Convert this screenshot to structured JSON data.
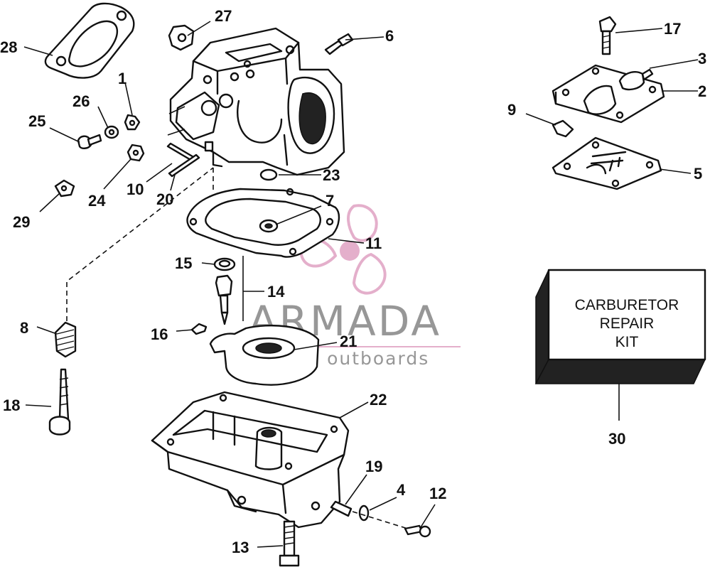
{
  "watermark": {
    "title": "ARMADA",
    "subtitle": "marine outboards",
    "accent_color": "#e2a7c6",
    "text_color": "#8c8c8c"
  },
  "kit": {
    "line1": "CARBURETOR",
    "line2": "REPAIR",
    "line3": "KIT"
  },
  "callouts": [
    "1",
    "2",
    "3",
    "4",
    "5",
    "6",
    "7",
    "8",
    "9",
    "10",
    "11",
    "12",
    "13",
    "14",
    "15",
    "16",
    "17",
    "18",
    "19",
    "20",
    "21",
    "22",
    "23",
    "24",
    "25",
    "26",
    "27",
    "28",
    "29",
    "30"
  ]
}
